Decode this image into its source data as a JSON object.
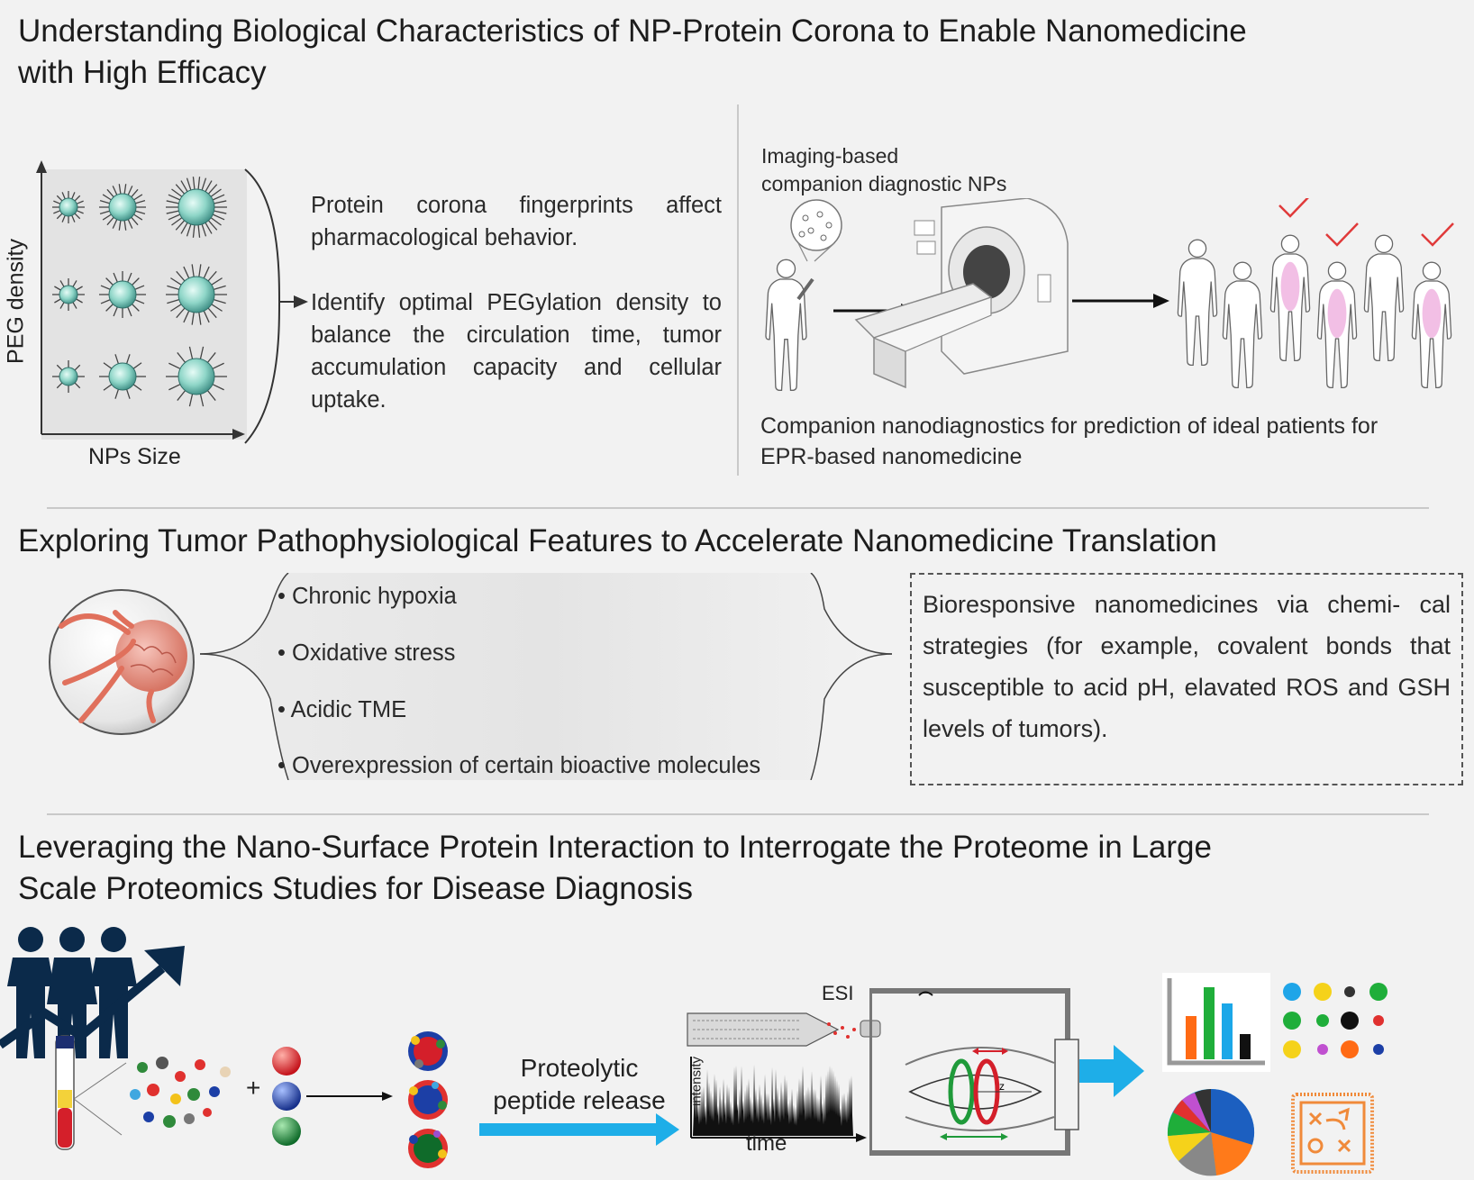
{
  "section1": {
    "title_line1": "Understanding Biological Characteristics of NP-Protein Corona to Enable Nanomedicine",
    "title_line2": "with High Efficacy",
    "axis_y_label": "PEG density",
    "axis_x_label": "NPs Size",
    "paragraph1": "Protein corona fingerprints affect pharmacological behavior.",
    "paragraph2": "Identify optimal PEGylation density to balance the circulation time, tumor accumulation capacity and cellular uptake.",
    "imaging_label_line1": "Imaging-based",
    "imaging_label_line2": "companion diagnostic NPs",
    "caption_line1": "Companion nanodiagnostics for prediction of ideal patients for",
    "caption_line2": "EPR-based nanomedicine"
  },
  "section2": {
    "title": "Exploring Tumor Pathophysiological Features to Accelerate Nanomedicine Translation",
    "bullets": [
      "• Chronic hypoxia",
      "• Oxidative stress",
      "• Acidic TME",
      "• Overexpression of certain bioactive molecules"
    ],
    "box_text": "Bioresponsive nanomedicines via chemi- cal strategies (for example, covalent bonds that susceptible to acid pH, elavated ROS and GSH levels of tumors)."
  },
  "section3": {
    "title_line1": "Leveraging the Nano-Surface Protein Interaction to Interrogate the Proteome in Large",
    "title_line2": "Scale Proteomics Studies for Disease Diagnosis",
    "plus_sign": "+",
    "arrow_label_line1": "Proteolytic",
    "arrow_label_line2": "peptide release",
    "esi_label": "ESI",
    "intensity_label": "intensity",
    "time_label": "time",
    "z_label": "z"
  },
  "colors": {
    "np_teal": "#8fd6c8",
    "check_red": "#e03a3a",
    "highlight_pink": "#f0b4e0",
    "arrow_blue": "#1eaee8",
    "vessel_red": "#e0705c"
  }
}
